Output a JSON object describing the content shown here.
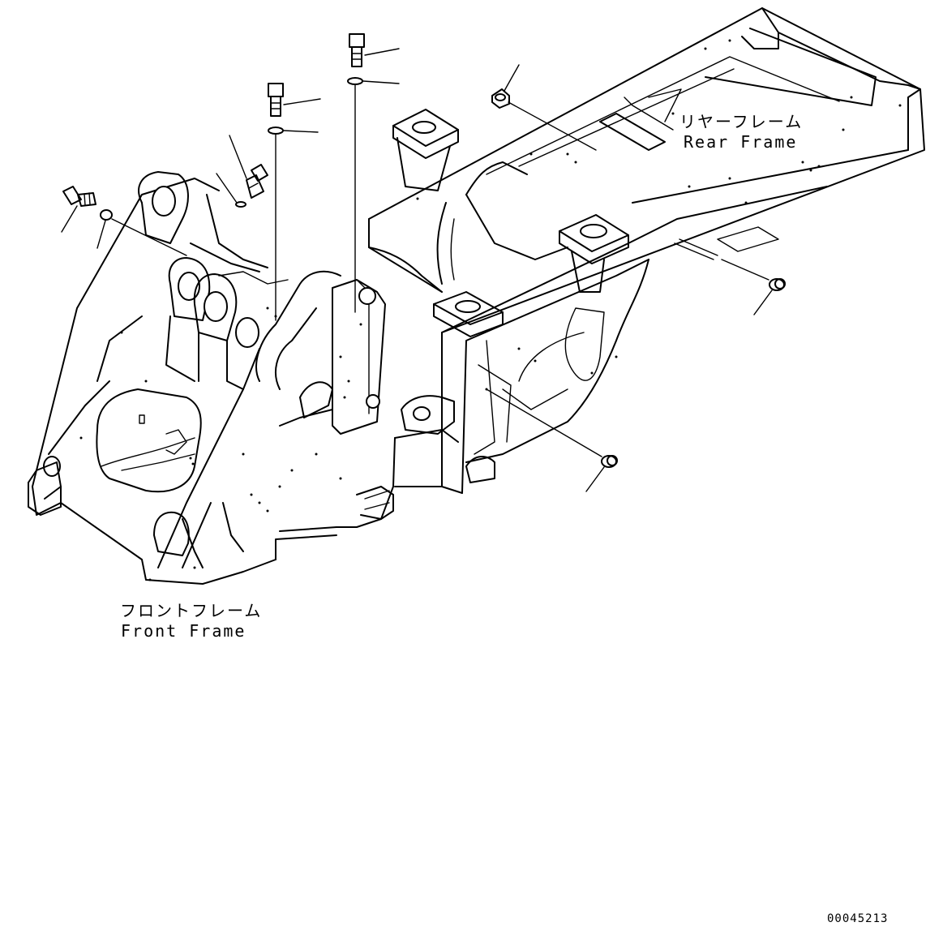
{
  "labels": {
    "rear_frame_ja": "リヤーフレーム",
    "rear_frame_en": "Rear Frame",
    "front_frame_ja": "フロントフレーム",
    "front_frame_en": "Front Frame"
  },
  "drawing_number": "00045213",
  "colors": {
    "line": "#000000",
    "background": "#ffffff"
  }
}
